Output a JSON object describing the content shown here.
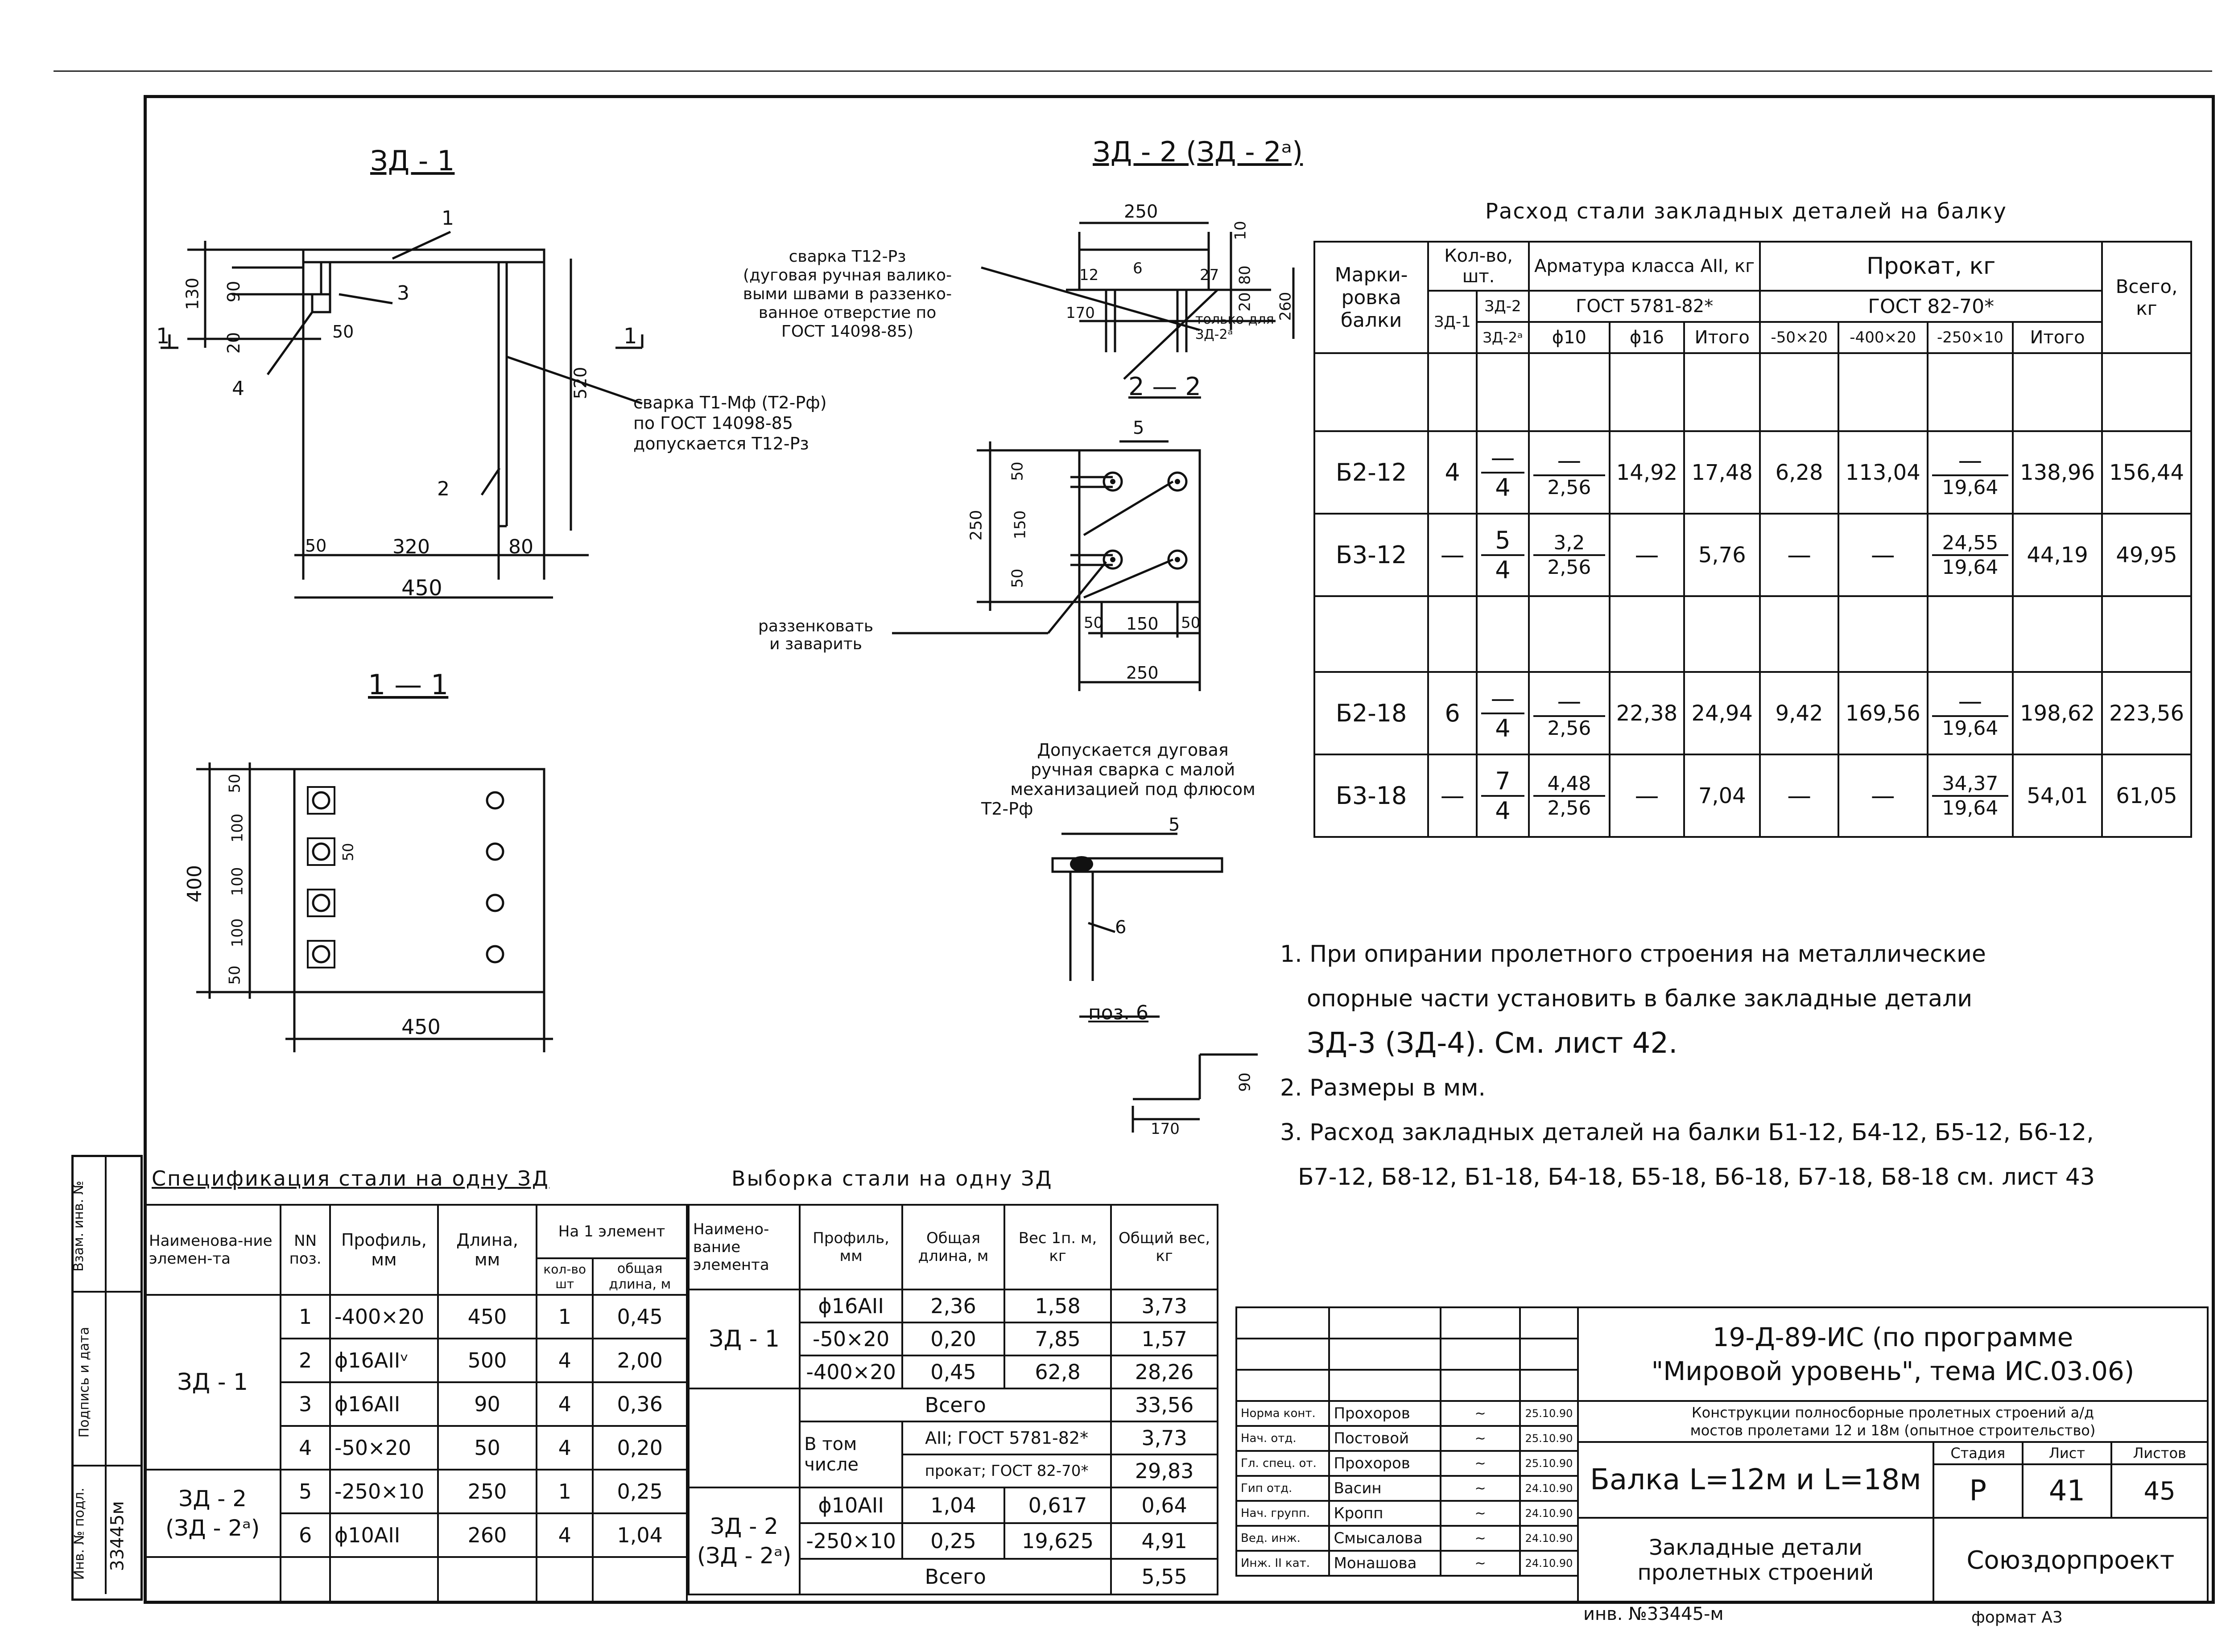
{
  "sheet": {
    "inv_stamp_bottom": "инв. №33445-м",
    "format": "формат А3",
    "side_labels": [
      "Инв. № подл.",
      "Подпись и дата",
      "Взам. инв. №"
    ],
    "side_inv": "33445м"
  },
  "views": {
    "zd1_title": "ЗД - 1",
    "zd2_title": "ЗД - 2 (ЗД - 2ᵃ)",
    "sec11_title": "1 — 1",
    "sec22_title": "2 — 2",
    "pos6_title": "поз. 6",
    "zd1": {
      "dims": [
        "130",
        "90",
        "20",
        "50",
        "520",
        "50",
        "320",
        "80",
        "450"
      ],
      "callouts": [
        "1",
        "2",
        "3",
        "4"
      ],
      "section_mark": "1",
      "weld1": [
        "сварка Т12-Рз",
        "(дуговая ручная валико-",
        "выми швами в раззенко-",
        "ванное отверстие по",
        "ГОСТ 14098-85)"
      ],
      "weld2": [
        "сварка Т1-Мф (Т2-Рф)",
        "по ГОСТ 14098-85",
        "допускается Т12-Рз"
      ]
    },
    "zd2": {
      "dims": [
        "250",
        "10",
        "12",
        "6",
        "27",
        "80",
        "20",
        "260",
        "170"
      ],
      "note": [
        "только для",
        "ЗД-2ᵃ"
      ]
    },
    "sec22": {
      "dims": [
        "50",
        "150",
        "50",
        "250",
        "50",
        "150",
        "50",
        "250"
      ],
      "callout": "5",
      "note": [
        "раззенковать",
        "и заварить"
      ]
    },
    "sec11": {
      "dims": [
        "50",
        "100",
        "100",
        "100",
        "50",
        "400",
        "50",
        "450"
      ]
    },
    "pos6": {
      "note": [
        "Допускается дуговая",
        "ручная сварка с малой",
        "механизацией под флюсом",
        "Т2-Рф"
      ],
      "callouts": [
        "5",
        "6"
      ],
      "dims": [
        "90",
        "170"
      ]
    }
  },
  "consumption": {
    "title": "Расход стали закладных деталей на балку",
    "headers": {
      "mark": "Марки-ровка балки",
      "qty": "Кол-во, шт.",
      "zd1": "ЗД-1",
      "zd2": "ЗД-2",
      "zd2a": "ЗД-2ᵃ",
      "rebar": "Арматура класса АII, кг",
      "rebar_gost": "ГОСТ 5781-82*",
      "d10": "ϕ10",
      "d16": "ϕ16",
      "total": "Итого",
      "rolled": "Прокат, кг",
      "rolled_gost": "ГОСТ 82-70*",
      "p1": "-50×20",
      "p2": "-400×20",
      "p3": "-250×10",
      "sum": "Всего, кг"
    },
    "rows": [
      {
        "mark": "Б2-12",
        "q1": "4",
        "q2": "—",
        "q2b": "4",
        "d10a": "—",
        "d10b": "2,56",
        "d16": "14,92",
        "tot": "17,48",
        "p1": "6,28",
        "p2": "113,04",
        "p3a": "—",
        "p3b": "19,64",
        "ptot": "138,96",
        "sum": "156,44"
      },
      {
        "mark": "Б3-12",
        "q1": "—",
        "q2": "5",
        "q2b": "4",
        "d10a": "3,2",
        "d10b": "2,56",
        "d16": "—",
        "tot": "5,76",
        "p1": "—",
        "p2": "—",
        "p3a": "24,55",
        "p3b": "19,64",
        "ptot": "44,19",
        "sum": "49,95"
      },
      {
        "mark": "Б2-18",
        "q1": "6",
        "q2": "—",
        "q2b": "4",
        "d10a": "—",
        "d10b": "2,56",
        "d16": "22,38",
        "tot": "24,94",
        "p1": "9,42",
        "p2": "169,56",
        "p3a": "—",
        "p3b": "19,64",
        "ptot": "198,62",
        "sum": "223,56"
      },
      {
        "mark": "Б3-18",
        "q1": "—",
        "q2": "7",
        "q2b": "4",
        "d10a": "4,48",
        "d10b": "2,56",
        "d16": "—",
        "tot": "7,04",
        "p1": "—",
        "p2": "—",
        "p3a": "34,37",
        "p3b": "19,64",
        "ptot": "54,01",
        "sum": "61,05"
      }
    ]
  },
  "notes": [
    "1. При опирании пролетного строения на металлические",
    "опорные части установить в балке закладные детали",
    "ЗД-3 (ЗД-4). См. лист 42.",
    "2. Размеры в мм.",
    "3. Расход закладных деталей на балки Б1-12, Б4-12, Б5-12, Б6-12,",
    "Б7-12, Б8-12, Б1-18, Б4-18, Б5-18, Б6-18, Б7-18, Б8-18 см. лист 43"
  ],
  "spec": {
    "title": "Спецификация стали на одну ЗД",
    "headers": [
      "Наименова-ние элемен-та",
      "NN поз.",
      "Профиль, мм",
      "Длина, мм",
      "На 1 элемент",
      "кол-во шт",
      "общая длина, м"
    ],
    "rows": [
      {
        "pos": "1",
        "prof": "-400×20",
        "len": "450",
        "qty": "1",
        "tlen": "0,45"
      },
      {
        "pos": "2",
        "prof": "ϕ16АIIᵛ",
        "len": "500",
        "qty": "4",
        "tlen": "2,00"
      },
      {
        "pos": "3",
        "prof": "ϕ16АII",
        "len": "90",
        "qty": "4",
        "tlen": "0,36"
      },
      {
        "pos": "4",
        "prof": "-50×20",
        "len": "50",
        "qty": "4",
        "tlen": "0,20"
      },
      {
        "pos": "5",
        "prof": "-250×10",
        "len": "250",
        "qty": "1",
        "tlen": "0,25"
      },
      {
        "pos": "6",
        "prof": "ϕ10АII",
        "len": "260",
        "qty": "4",
        "tlen": "1,04"
      }
    ],
    "groups": [
      "ЗД - 1",
      "ЗД - 2",
      "(ЗД - 2ᵃ)"
    ]
  },
  "sel": {
    "title": "Выборка стали на одну ЗД",
    "headers": [
      "Наимено-вание элемента",
      "Профиль, мм",
      "Общая длина, м",
      "Вес 1п. м, кг",
      "Общий вес, кг"
    ],
    "zd1_rows": [
      {
        "prof": "ϕ16АII",
        "len": "2,36",
        "w": "1,58",
        "tw": "3,73"
      },
      {
        "prof": "-50×20",
        "len": "0,20",
        "w": "7,85",
        "tw": "1,57"
      },
      {
        "prof": "-400×20",
        "len": "0,45",
        "w": "62,8",
        "tw": "28,26"
      }
    ],
    "zd1_total_label": "Всего",
    "zd1_total": "33,56",
    "incl_label": "В том числе",
    "incl1_label": "АII; ГОСТ 5781-82*",
    "incl1": "3,73",
    "incl2_label": "прокат; ГОСТ 82-70*",
    "incl2": "29,83",
    "zd2_rows": [
      {
        "prof": "ϕ10АII",
        "len": "1,04",
        "w": "0,617",
        "tw": "0,64"
      },
      {
        "prof": "-250×10",
        "len": "0,25",
        "w": "19,625",
        "tw": "4,91"
      }
    ],
    "zd2_total_label": "Всего",
    "zd2_total": "5,55",
    "groups": [
      "ЗД - 1",
      "ЗД - 2",
      "(ЗД - 2ᵃ)"
    ]
  },
  "title_block": {
    "code": "19-Д-89-ИС (по программе",
    "code2": "\"Мировой уровень\", тема ИС.03.06)",
    "desc": "Конструкции полносборные пролетных строений а/д",
    "desc2": "мостов пролетами 12 и 18м (опытное строительство)",
    "name": "Балка L=12м и L=18м",
    "part": "Закладные детали",
    "part2": "пролетных строений",
    "org": "Союздорпроект",
    "stage_h": "Стадия",
    "sheet_h": "Лист",
    "sheets_h": "Листов",
    "stage": "Р",
    "sheet": "41",
    "sheets": "45",
    "people": [
      {
        "role": "Норма конт.",
        "name": "Прохоров",
        "date": "25.10.90"
      },
      {
        "role": "Нач. отд.",
        "name": "Постовой",
        "date": "25.10.90"
      },
      {
        "role": "Гл. спец. от.",
        "name": "Прохоров",
        "date": "25.10.90"
      },
      {
        "role": "Гип отд.",
        "name": "Васин",
        "date": "24.10.90"
      },
      {
        "role": "Нач. групп.",
        "name": "Кропп",
        "date": "24.10.90"
      },
      {
        "role": "Вед. инж.",
        "name": "Смысалова",
        "date": "24.10.90"
      },
      {
        "role": "Инж. II кат.",
        "name": "Монашова",
        "date": "24.10.90"
      }
    ]
  }
}
